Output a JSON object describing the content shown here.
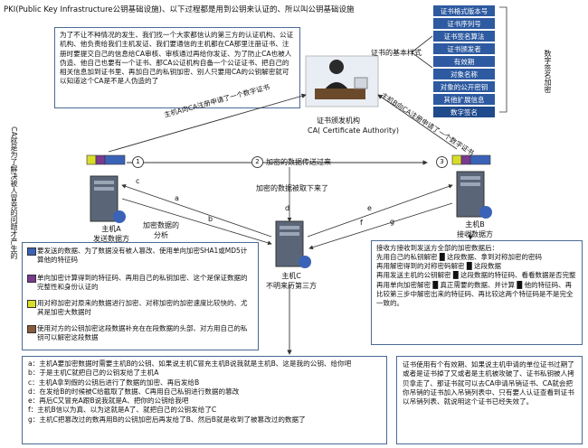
{
  "title": "PKI(Public Key Infrastructure公钥基础设施)、以下过程都是用到公钥来认证的、所以叫公钥基础设施",
  "intro": "为了不让不种情况的发生、我们找一个大家都信认的第三方的认证机构、公证机构、他负责给我们主机发证、我们要通信的主机都在CA那里注册证书、注册时要提交自己的信息给CA审核、审核通过再给你发证、为了防止CA也被人伪造、他自己也要有一个证书、那CA公证机构自备一个公证证书、把自己的相关信息加到证书里、再加自己的私钥加密、别人只要用CA的公钥解密就可以知道这个CA是不是人伪造的了",
  "cert_fields": [
    "证书格式版本号",
    "证书序列号",
    "证书签名算法",
    "证书颁发者",
    "有效期",
    "对象名称",
    "对象的公开密钥",
    "其他扩展信息",
    "数字签名"
  ],
  "cert_basic_label": "证书的基本样式",
  "cert_encrypt_label": "数字签名加密",
  "ca_label_1": "证书颁发机构",
  "ca_label_2": "CA( Certificate Authority)",
  "arrow_a_to_ca": "主机A向CA注册申请了一个数字证书",
  "arrow_b_to_ca": "主机B向CA注册申请了一个数字证书",
  "left_vertical": "CA就是为了解决被人冒充的问题才产生的",
  "step_labels": [
    "1",
    "2",
    "3"
  ],
  "encrypt_sent": "加密的数据传送过来",
  "data_intercepted": "加密的数据被取下来了",
  "host_a_1": "主机A",
  "host_a_2": "发送数据方",
  "host_b_1": "主机B",
  "host_b_2": "接收数据方",
  "host_c_1": "主机C",
  "host_c_2": "不明来历第三方",
  "analysis": "加密数据的分析",
  "path_letters": [
    "a",
    "b",
    "c",
    "d",
    "e",
    "f",
    "g"
  ],
  "legend": [
    {
      "color": "#3a63b8",
      "text": "要发送的数据、为了数据没有被人篡改、使用单向加密SHA1或MD5计算他的特征码"
    },
    {
      "color": "#7a3b8f",
      "text": "单向加密计算得到的特征码、再用自己的私钥加密、这个是保证数据的完整性和身份认证的"
    },
    {
      "color": "#d9dd2a",
      "text": "用对称加密对原来的数据进行加密、对称加密的加密速度比较快的、尤其是加密大数据时"
    },
    {
      "color": "#8a5a3c",
      "text": "使用对方的公钥加密这段数据补充在在段数据的头部、对方用自己的私钥可以解密这段数据"
    }
  ],
  "receive_title": "接收方接收到发送方全部的加密数据后：",
  "receive_steps": [
    "先用自己的私钥解密 █ 这段数据、拿到对称加密的密码",
    "再用解密得到的对称密码解密 █ 这段数据",
    "再用发送主机的公钥解密 █ 这段数据的特征码、看看数据是否完整",
    "再用单向加密解密 █ 真正需要的数据、并计算 █ 他的特征码、再比较第三步中解密出来的特征码、再比较这两个特征码是不是完全一致的。"
  ],
  "attack_steps": [
    "a：主机A要加密数据时需要主机B的公钥、如果说主机C冒充主机B说我就是主机B、这是我的公钥、给你吧",
    "b：于是主机C就把自己的公钥发给了主机A",
    "c：主机A拿到假的公钥后进行了数据的加密、再后发给B",
    "d：在发给B的时候被C给截取了数据、C再用自己私钥进行数据的篡改",
    "e：再后C又冒充A跟B说我就是A、把你的公钥给我吧",
    "f：主机B信以为真、以为这就是A了、就把自己的公钥发给了C",
    "g：主机C把篡改过的数再用B的公钥加密后再发给了B、然后B就是收到了被篡改过的数据了"
  ],
  "cert_note": "证书使用有个有效期、如果说主机申请的单位证书过期了或者是证书掉了又或者是主机被攻破了、证书私钥被人拷贝拿走了、那证书就可以去CA申请吊销证书、CA就会把你吊销的证书加入吊销列表中、只有要人认证查看到证书以吊销列表、就说明这个证书已经失效了。"
}
